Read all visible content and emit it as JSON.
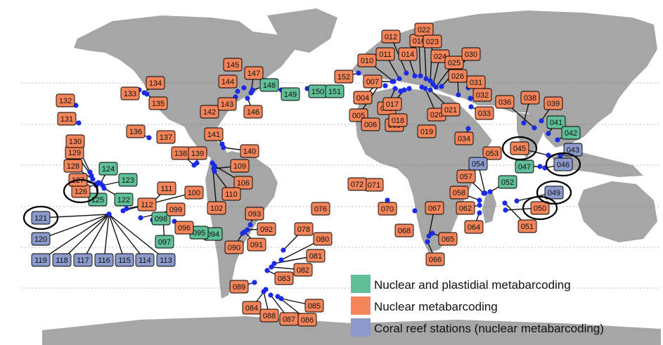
{
  "colors": {
    "land": "#a6a6a6",
    "ocean": "#ffffff",
    "nuclear_plastidial": "#5fbf98",
    "nuclear": "#f4845a",
    "coral": "#8c9acb",
    "station_dot": "#1b2ae6",
    "leader": "#111111"
  },
  "legend": [
    {
      "label": "Nuclear and plastidial metabarcoding",
      "category": "nuclear_plastidial"
    },
    {
      "label": "Nuclear metabarcoding",
      "category": "nuclear"
    },
    {
      "label": "Coral reef stations (nuclear metabarcoding)",
      "category": "coral"
    }
  ],
  "stations": [
    {
      "id": "004",
      "category": "nuclear"
    },
    {
      "id": "005",
      "category": "nuclear"
    },
    {
      "id": "006",
      "category": "nuclear"
    },
    {
      "id": "007",
      "category": "nuclear"
    },
    {
      "id": "008",
      "category": "nuclear"
    },
    {
      "id": "009",
      "category": "nuclear"
    },
    {
      "id": "010",
      "category": "nuclear"
    },
    {
      "id": "011",
      "category": "nuclear"
    },
    {
      "id": "012",
      "category": "nuclear"
    },
    {
      "id": "014",
      "category": "nuclear"
    },
    {
      "id": "016",
      "category": "nuclear"
    },
    {
      "id": "017",
      "category": "nuclear"
    },
    {
      "id": "018",
      "category": "nuclear"
    },
    {
      "id": "019",
      "category": "nuclear"
    },
    {
      "id": "020",
      "category": "nuclear"
    },
    {
      "id": "021",
      "category": "nuclear"
    },
    {
      "id": "022",
      "category": "nuclear"
    },
    {
      "id": "023",
      "category": "nuclear"
    },
    {
      "id": "024",
      "category": "nuclear"
    },
    {
      "id": "025",
      "category": "nuclear"
    },
    {
      "id": "026",
      "category": "nuclear"
    },
    {
      "id": "030",
      "category": "nuclear"
    },
    {
      "id": "031",
      "category": "nuclear"
    },
    {
      "id": "032",
      "category": "nuclear"
    },
    {
      "id": "033",
      "category": "nuclear"
    },
    {
      "id": "034",
      "category": "nuclear"
    },
    {
      "id": "036",
      "category": "nuclear"
    },
    {
      "id": "038",
      "category": "nuclear"
    },
    {
      "id": "039",
      "category": "nuclear"
    },
    {
      "id": "041",
      "category": "nuclear_plastidial"
    },
    {
      "id": "042",
      "category": "nuclear_plastidial"
    },
    {
      "id": "043",
      "category": "coral"
    },
    {
      "id": "045",
      "category": "nuclear"
    },
    {
      "id": "046",
      "category": "coral"
    },
    {
      "id": "047",
      "category": "nuclear_plastidial"
    },
    {
      "id": "049",
      "category": "coral"
    },
    {
      "id": "050",
      "category": "nuclear"
    },
    {
      "id": "051",
      "category": "nuclear"
    },
    {
      "id": "052",
      "category": "nuclear_plastidial"
    },
    {
      "id": "053",
      "category": "nuclear"
    },
    {
      "id": "054",
      "category": "coral"
    },
    {
      "id": "057",
      "category": "nuclear"
    },
    {
      "id": "058",
      "category": "nuclear"
    },
    {
      "id": "062",
      "category": "nuclear"
    },
    {
      "id": "064",
      "category": "nuclear"
    },
    {
      "id": "065",
      "category": "nuclear"
    },
    {
      "id": "066",
      "category": "nuclear"
    },
    {
      "id": "067",
      "category": "nuclear"
    },
    {
      "id": "068",
      "category": "nuclear"
    },
    {
      "id": "070",
      "category": "nuclear"
    },
    {
      "id": "071",
      "category": "nuclear"
    },
    {
      "id": "072",
      "category": "nuclear"
    },
    {
      "id": "076",
      "category": "nuclear"
    },
    {
      "id": "078",
      "category": "nuclear"
    },
    {
      "id": "080",
      "category": "nuclear"
    },
    {
      "id": "081",
      "category": "nuclear"
    },
    {
      "id": "082",
      "category": "nuclear"
    },
    {
      "id": "083",
      "category": "nuclear"
    },
    {
      "id": "084",
      "category": "nuclear"
    },
    {
      "id": "085",
      "category": "nuclear"
    },
    {
      "id": "086",
      "category": "nuclear"
    },
    {
      "id": "087",
      "category": "nuclear"
    },
    {
      "id": "088",
      "category": "nuclear"
    },
    {
      "id": "089",
      "category": "nuclear"
    },
    {
      "id": "090",
      "category": "nuclear"
    },
    {
      "id": "091",
      "category": "nuclear"
    },
    {
      "id": "092",
      "category": "nuclear"
    },
    {
      "id": "093",
      "category": "nuclear"
    },
    {
      "id": "094",
      "category": "nuclear_plastidial"
    },
    {
      "id": "095",
      "category": "nuclear_plastidial"
    },
    {
      "id": "096",
      "category": "nuclear"
    },
    {
      "id": "097",
      "category": "nuclear_plastidial"
    },
    {
      "id": "098",
      "category": "nuclear_plastidial"
    },
    {
      "id": "099",
      "category": "nuclear"
    },
    {
      "id": "100",
      "category": "nuclear"
    },
    {
      "id": "102",
      "category": "nuclear"
    },
    {
      "id": "106",
      "category": "nuclear"
    },
    {
      "id": "109",
      "category": "nuclear"
    },
    {
      "id": "110",
      "category": "nuclear"
    },
    {
      "id": "111",
      "category": "nuclear"
    },
    {
      "id": "112",
      "category": "nuclear"
    },
    {
      "id": "113",
      "category": "coral"
    },
    {
      "id": "114",
      "category": "coral"
    },
    {
      "id": "115",
      "category": "coral"
    },
    {
      "id": "116",
      "category": "coral"
    },
    {
      "id": "117",
      "category": "coral"
    },
    {
      "id": "118",
      "category": "coral"
    },
    {
      "id": "119",
      "category": "coral"
    },
    {
      "id": "120",
      "category": "coral"
    },
    {
      "id": "121",
      "category": "coral"
    },
    {
      "id": "122",
      "category": "nuclear_plastidial"
    },
    {
      "id": "123",
      "category": "nuclear_plastidial"
    },
    {
      "id": "124",
      "category": "nuclear_plastidial"
    },
    {
      "id": "125",
      "category": "nuclear_plastidial"
    },
    {
      "id": "126",
      "category": "nuclear"
    },
    {
      "id": "127",
      "category": "nuclear"
    },
    {
      "id": "128",
      "category": "nuclear"
    },
    {
      "id": "129",
      "category": "nuclear"
    },
    {
      "id": "130",
      "category": "nuclear"
    },
    {
      "id": "131",
      "category": "nuclear"
    },
    {
      "id": "132",
      "category": "nuclear"
    },
    {
      "id": "133",
      "category": "nuclear"
    },
    {
      "id": "134",
      "category": "nuclear"
    },
    {
      "id": "135",
      "category": "nuclear"
    },
    {
      "id": "136",
      "category": "nuclear"
    },
    {
      "id": "137",
      "category": "nuclear"
    },
    {
      "id": "138",
      "category": "nuclear"
    },
    {
      "id": "139",
      "category": "nuclear"
    },
    {
      "id": "140",
      "category": "nuclear"
    },
    {
      "id": "141",
      "category": "nuclear"
    },
    {
      "id": "142",
      "category": "nuclear"
    },
    {
      "id": "143",
      "category": "nuclear"
    },
    {
      "id": "144",
      "category": "nuclear"
    },
    {
      "id": "145",
      "category": "nuclear"
    },
    {
      "id": "146",
      "category": "nuclear"
    },
    {
      "id": "147",
      "category": "nuclear"
    },
    {
      "id": "148",
      "category": "nuclear_plastidial"
    },
    {
      "id": "149",
      "category": "nuclear_plastidial"
    },
    {
      "id": "150",
      "category": "nuclear_plastidial"
    },
    {
      "id": "151",
      "category": "nuclear_plastidial"
    },
    {
      "id": "152",
      "category": "nuclear"
    }
  ],
  "highlighted": [
    "045",
    "046",
    "049",
    "050",
    "121",
    "126"
  ]
}
